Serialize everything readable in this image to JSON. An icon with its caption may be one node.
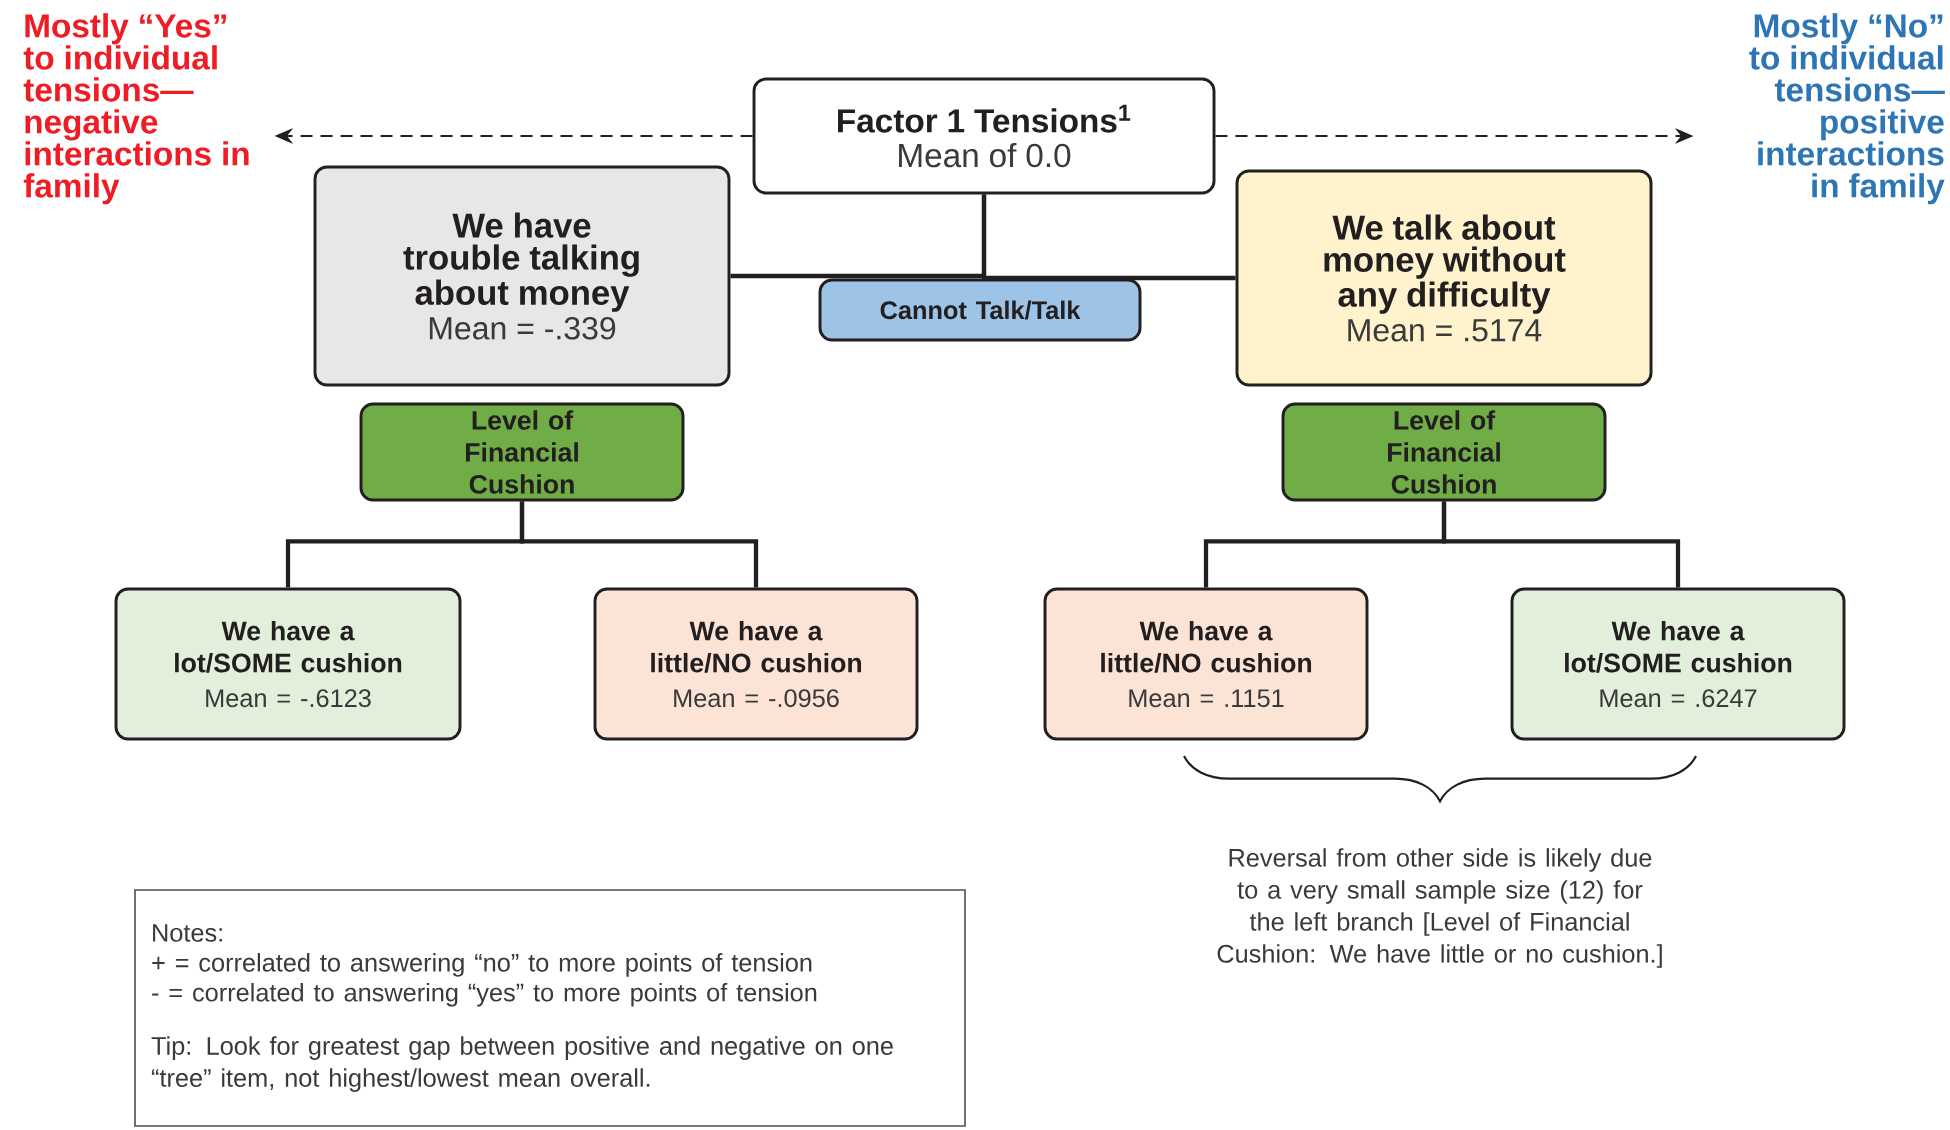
{
  "diagram": {
    "nodes": [
      {
        "text": [
          "Factor 1 Tensions$^{1}$",
          "Mean of 0.0"
        ]
      },
      {
        "text": [
          "We have trouble talking about money",
          "Mean = -.339"
        ]
      },
      {
        "text": [
          "Cannot Talk/Talk"
        ]
      },
      {
        "text": [
          "We talk about money without any difficulty",
          "Mean = .5174"
        ]
      },
      {
        "text": [
          "Level of Financial Cushion"
        ]
      },
      {
        "text": [
          "Level of Financial Cushion"
        ]
      },
      {
        "text": [
          "We have a lot/SOME cushion",
          "Mean = -.6123"
        ]
      },
      {
        "text": [
          "We have a little/NO cushion",
          "Mean = -.0956"
        ]
      },
      {
        "text": [
          "We have a little/NO cushion",
          "Mean = .1151"
        ]
      },
      {
        "text": [
          "We have a lot/SOME cushion",
          "Mean = .6247"
        ]
      },
      {
        "text": [
          "Mostly “Yes” to individual tensions— negative interactions in family"
        ]
      },
      {
        "text": [
          "Mostly “No” to individual tensions— positive interactions in family"
        ]
      },
      {
        "text": [
          "Notes:",
          "+ = correlated to answering “no” to more points of tension",
          "- = correlated to answering “yes” to more points of tension",
          "Tip: Look for greatest gap between positive and negative on one “tree” item, not highest/lowest mean overall."
        ]
      }
    ],
    "edges": [
      {
        "from": 0,
        "to": 10,
        "arrow": "to",
        "style": "dashed"
      },
      {
        "from": 0,
        "to": 11,
        "arrow": "to",
        "style": "dashed"
      },
      {
        "from": 0,
        "to": 1,
        "arrow": "none"
      },
      {
        "from": 0,
        "to": 3,
        "arrow": "none"
      },
      {
        "from": 4,
        "to": 6,
        "arrow": "none"
      },
      {
        "from": 4,
        "to": 7,
        "arrow": "none"
      },
      {
        "from": 5,
        "to": 8,
        "arrow": "none"
      },
      {
        "from": 5,
        "to": 9,
        "arrow": "none"
      }
    ],
    "labels": [
      "Reversal from other side is likely due to a very small sample size (12) for the left branch [Level of Financial Cushion: We have little or no cushion.]"
    ]
  }
}
